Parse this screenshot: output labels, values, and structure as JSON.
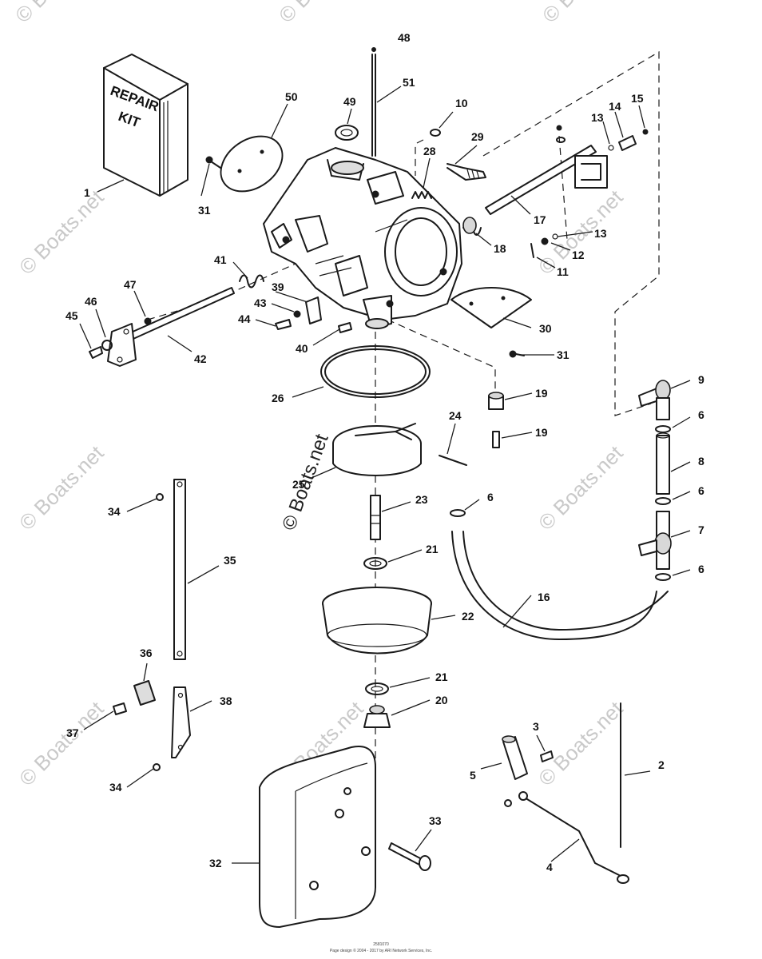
{
  "watermark": "© Boats.net",
  "repair_kit_text": [
    "REPAIR",
    "KIT"
  ],
  "footer": {
    "code": "2581070",
    "copyright": "Page design © 2004 - 2017 by ARI Network Services, Inc."
  },
  "callouts": [
    {
      "id": "c1",
      "num": "1"
    },
    {
      "id": "c2",
      "num": "2"
    },
    {
      "id": "c3",
      "num": "3"
    },
    {
      "id": "c4",
      "num": "4"
    },
    {
      "id": "c5",
      "num": "5"
    },
    {
      "id": "c6a",
      "num": "6"
    },
    {
      "id": "c6b",
      "num": "6"
    },
    {
      "id": "c6c",
      "num": "6"
    },
    {
      "id": "c6d",
      "num": "6"
    },
    {
      "id": "c7",
      "num": "7"
    },
    {
      "id": "c8",
      "num": "8"
    },
    {
      "id": "c9",
      "num": "9"
    },
    {
      "id": "c10",
      "num": "10"
    },
    {
      "id": "c11",
      "num": "11"
    },
    {
      "id": "c12",
      "num": "12"
    },
    {
      "id": "c13a",
      "num": "13"
    },
    {
      "id": "c13b",
      "num": "13"
    },
    {
      "id": "c14",
      "num": "14"
    },
    {
      "id": "c15",
      "num": "15"
    },
    {
      "id": "c16",
      "num": "16"
    },
    {
      "id": "c17",
      "num": "17"
    },
    {
      "id": "c18",
      "num": "18"
    },
    {
      "id": "c19a",
      "num": "19"
    },
    {
      "id": "c19b",
      "num": "19"
    },
    {
      "id": "c20",
      "num": "20"
    },
    {
      "id": "c21a",
      "num": "21"
    },
    {
      "id": "c21b",
      "num": "21"
    },
    {
      "id": "c22",
      "num": "22"
    },
    {
      "id": "c23",
      "num": "23"
    },
    {
      "id": "c24",
      "num": "24"
    },
    {
      "id": "c25",
      "num": "25"
    },
    {
      "id": "c26",
      "num": "26"
    },
    {
      "id": "c28",
      "num": "28"
    },
    {
      "id": "c29",
      "num": "29"
    },
    {
      "id": "c30",
      "num": "30"
    },
    {
      "id": "c31a",
      "num": "31"
    },
    {
      "id": "c31b",
      "num": "31"
    },
    {
      "id": "c32",
      "num": "32"
    },
    {
      "id": "c33",
      "num": "33"
    },
    {
      "id": "c34a",
      "num": "34"
    },
    {
      "id": "c34b",
      "num": "34"
    },
    {
      "id": "c35",
      "num": "35"
    },
    {
      "id": "c36",
      "num": "36"
    },
    {
      "id": "c37",
      "num": "37"
    },
    {
      "id": "c38",
      "num": "38"
    },
    {
      "id": "c39",
      "num": "39"
    },
    {
      "id": "c40",
      "num": "40"
    },
    {
      "id": "c41",
      "num": "41"
    },
    {
      "id": "c42",
      "num": "42"
    },
    {
      "id": "c43",
      "num": "43"
    },
    {
      "id": "c44",
      "num": "44"
    },
    {
      "id": "c45",
      "num": "45"
    },
    {
      "id": "c46",
      "num": "46"
    },
    {
      "id": "c47",
      "num": "47"
    },
    {
      "id": "c48",
      "num": "48"
    },
    {
      "id": "c49",
      "num": "49"
    },
    {
      "id": "c50",
      "num": "50"
    },
    {
      "id": "c51",
      "num": "51"
    }
  ]
}
